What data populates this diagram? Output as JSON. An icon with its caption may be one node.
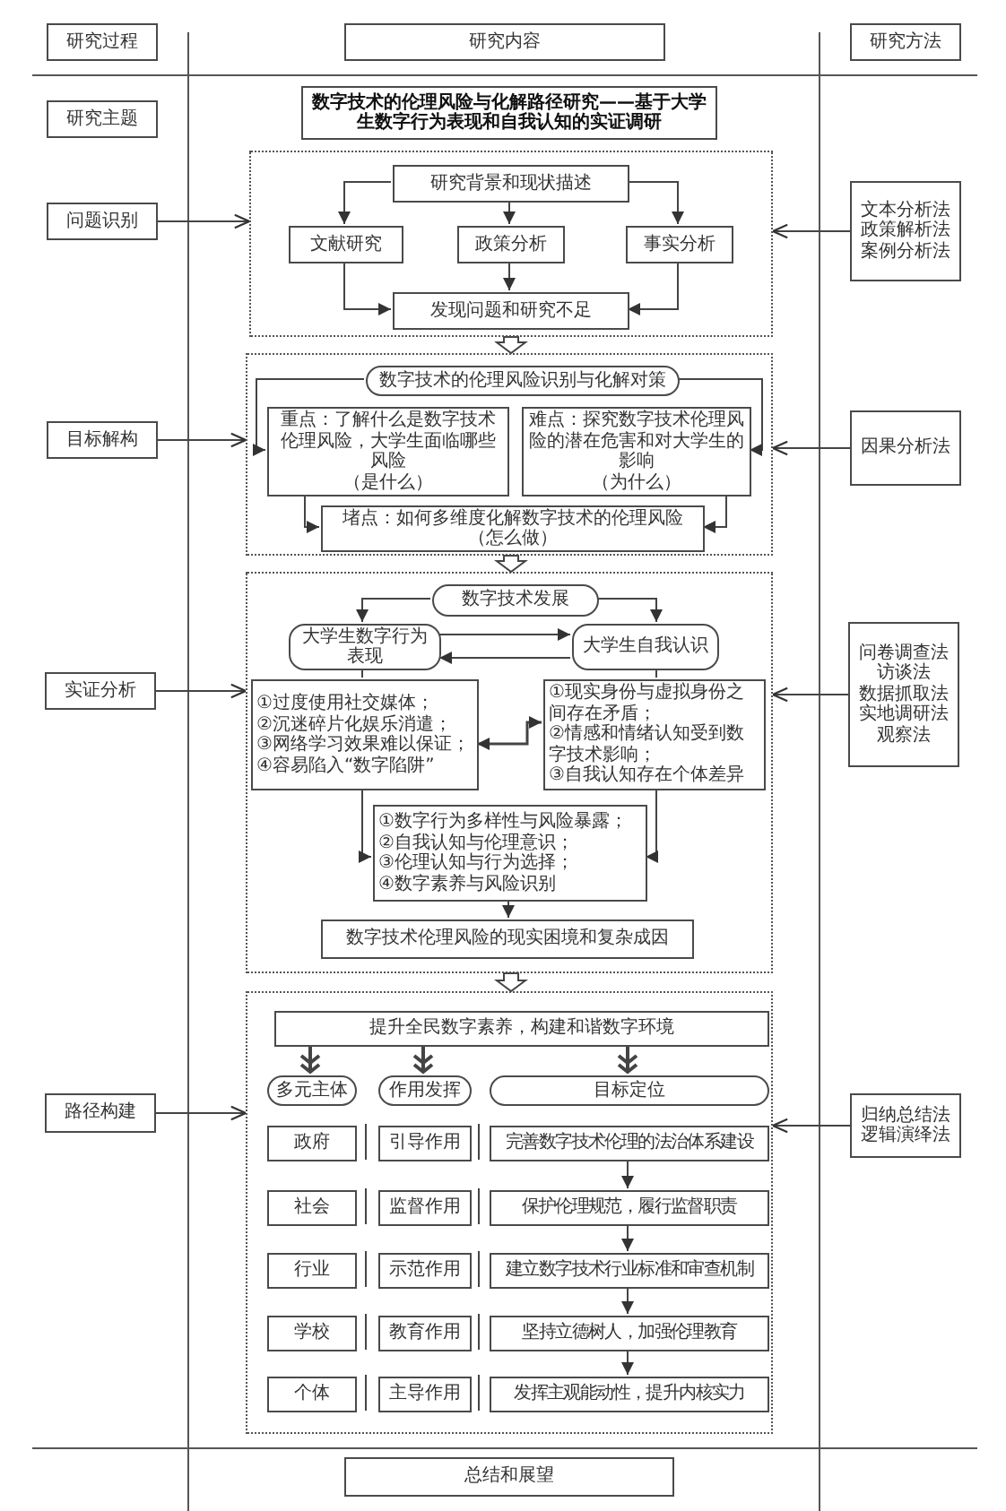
{
  "diagram": {
    "nodes": [
      {
        "text": [
          "研究过程"
        ]
      },
      {
        "text": [
          "研究内容"
        ]
      },
      {
        "text": [
          "研究方法"
        ]
      },
      {
        "text": [
          "研究主题"
        ]
      },
      {
        "text": [
          "数字技术的伦理风险与化解路径研究——基于大学生数字行为表现和自我认知的实证调研"
        ]
      },
      {
        "text": [
          "问题识别"
        ]
      },
      {
        "text": [],
        "shape": "box"
      },
      {
        "text": [
          "研究背景和现状描述"
        ],
        "in": 6
      },
      {
        "text": [
          "文献研究"
        ],
        "in": 6
      },
      {
        "text": [
          "政策分析"
        ],
        "in": 6
      },
      {
        "text": [
          "事实分析"
        ],
        "in": 6
      },
      {
        "text": [
          "发现问题和研究不足"
        ],
        "in": 6
      },
      {
        "text": [
          "文本分析法",
          "政策解析法",
          "案例分析法"
        ]
      },
      {
        "text": [
          "目标解构"
        ]
      },
      {
        "text": [],
        "shape": "box"
      },
      {
        "text": [
          "数字技术的伦理风险识别与化解对策"
        ],
        "in": 14
      },
      {
        "text": [
          "重点：了解什么是数字技术伦理风险，大学生面临哪些风险",
          "（是什么）"
        ],
        "in": 14
      },
      {
        "text": [
          "难点：探究数字技术伦理风险的潜在危害和对大学生的影响",
          "（为什么）"
        ],
        "in": 14
      },
      {
        "text": [
          "堵点：如何多维度化解数字技术的伦理风险",
          "（怎么做）"
        ],
        "in": 14
      },
      {
        "text": [
          "因果分析法"
        ]
      },
      {
        "text": [
          "实证分析"
        ]
      },
      {
        "text": [],
        "shape": "box"
      },
      {
        "text": [
          "数字技术发展"
        ],
        "in": 21
      },
      {
        "text": [
          "大学生数字行为表现"
        ],
        "in": 21
      },
      {
        "text": [
          "大学生自我认识"
        ],
        "in": 21
      },
      {
        "text": [
          "①过度使用社交媒体；",
          "②沉迷碎片化娱乐消遣；",
          "③网络学习效果难以保证；",
          "④容易陷入“数字陷阱”"
        ],
        "in": 21
      },
      {
        "text": [
          "①现实身份与虚拟身份之间存在矛盾；",
          "②情感和情绪认知受到数字技术影响；",
          "③自我认知存在个体差异"
        ],
        "in": 21
      },
      {
        "text": [
          "①数字行为多样性与风险暴露；",
          "②自我认知与伦理意识；",
          "③伦理认知与行为选择；",
          "④数字素养与风险识别"
        ],
        "in": 21
      },
      {
        "text": [
          "数字技术伦理风险的现实困境和复杂成因"
        ],
        "in": 21
      },
      {
        "text": [
          "问卷调查法",
          "访谈法",
          "数据抓取法",
          "实地调研法",
          "观察法"
        ]
      },
      {
        "text": [
          "路径构建"
        ]
      },
      {
        "text": [],
        "shape": "box"
      },
      {
        "text": [
          "提升全民数字素养，构建和谐数字环境"
        ],
        "in": 31
      },
      {
        "text": [
          "多元主体"
        ],
        "in": 31
      },
      {
        "text": [
          "作用发挥"
        ],
        "in": 31
      },
      {
        "text": [
          "目标定位"
        ],
        "in": 31
      },
      {
        "text": [
          "政府"
        ],
        "in": 31
      },
      {
        "text": [
          "引导作用"
        ],
        "in": 31
      },
      {
        "text": [
          "完善数字技术伦理的法治体系建设"
        ],
        "in": 31
      },
      {
        "text": [
          "社会"
        ],
        "in": 31
      },
      {
        "text": [
          "监督作用"
        ],
        "in": 31
      },
      {
        "text": [
          "保护伦理规范，履行监督职责"
        ],
        "in": 31
      },
      {
        "text": [
          "行业"
        ],
        "in": 31
      },
      {
        "text": [
          "示范作用"
        ],
        "in": 31
      },
      {
        "text": [
          "建立数字技术行业标准和审查机制"
        ],
        "in": 31
      },
      {
        "text": [
          "学校"
        ],
        "in": 31
      },
      {
        "text": [
          "教育作用"
        ],
        "in": 31
      },
      {
        "text": [
          "坚持立德树人，加强伦理教育"
        ],
        "in": 31
      },
      {
        "text": [
          "个体"
        ],
        "in": 31
      },
      {
        "text": [
          "主导作用"
        ],
        "in": 31
      },
      {
        "text": [
          "发挥主观能动性，提升内核实力"
        ],
        "in": 31
      },
      {
        "text": [
          "归纳总结法",
          "逻辑演绎法"
        ]
      },
      {
        "text": [
          "总结和展望"
        ]
      }
    ],
    "edges": [
      {
        "from": 7,
        "to": 8,
        "arrow": "to"
      },
      {
        "from": 7,
        "to": 9,
        "arrow": "to"
      },
      {
        "from": 7,
        "to": 10,
        "arrow": "to"
      },
      {
        "from": 8,
        "to": 11,
        "arrow": "to"
      },
      {
        "from": 9,
        "to": 11,
        "arrow": "to"
      },
      {
        "from": 10,
        "to": 11,
        "arrow": "to"
      },
      {
        "from": 5,
        "to": 6,
        "arrow": "to"
      },
      {
        "from": 12,
        "to": 6,
        "arrow": "to"
      },
      {
        "from": 6,
        "to": 14,
        "arrow": "to"
      },
      {
        "from": 15,
        "to": 16,
        "arrow": "to"
      },
      {
        "from": 15,
        "to": 17,
        "arrow": "to"
      },
      {
        "from": 16,
        "to": 18,
        "arrow": "to"
      },
      {
        "from": 17,
        "to": 18,
        "arrow": "to"
      },
      {
        "from": 13,
        "to": 14,
        "arrow": "to"
      },
      {
        "from": 19,
        "to": 14,
        "arrow": "to"
      },
      {
        "from": 14,
        "to": 21,
        "arrow": "to"
      },
      {
        "from": 22,
        "to": 23,
        "arrow": "to"
      },
      {
        "from": 22,
        "to": 24,
        "arrow": "to"
      },
      {
        "from": 23,
        "to": 24,
        "arrow": "to"
      },
      {
        "from": 24,
        "to": 23,
        "arrow": "to"
      },
      {
        "from": 25,
        "to": 26,
        "arrow": "both"
      },
      {
        "from": 23,
        "to": 25,
        "arrow": "none"
      },
      {
        "from": 24,
        "to": 26,
        "arrow": "none"
      },
      {
        "from": 25,
        "to": 27,
        "arrow": "to"
      },
      {
        "from": 26,
        "to": 27,
        "arrow": "to"
      },
      {
        "from": 27,
        "to": 28,
        "arrow": "to"
      },
      {
        "from": 20,
        "to": 21,
        "arrow": "to"
      },
      {
        "from": 29,
        "to": 21,
        "arrow": "to"
      },
      {
        "from": 21,
        "to": 31,
        "arrow": "to"
      },
      {
        "from": 32,
        "to": 33,
        "arrow": "to"
      },
      {
        "from": 32,
        "to": 34,
        "arrow": "to"
      },
      {
        "from": 32,
        "to": 35,
        "arrow": "to"
      },
      {
        "from": 36,
        "to": 37,
        "arrow": "none"
      },
      {
        "from": 37,
        "to": 38,
        "arrow": "none"
      },
      {
        "from": 39,
        "to": 40,
        "arrow": "none"
      },
      {
        "from": 40,
        "to": 41,
        "arrow": "none"
      },
      {
        "from": 42,
        "to": 43,
        "arrow": "none"
      },
      {
        "from": 43,
        "to": 44,
        "arrow": "none"
      },
      {
        "from": 45,
        "to": 46,
        "arrow": "none"
      },
      {
        "from": 46,
        "to": 47,
        "arrow": "none"
      },
      {
        "from": 48,
        "to": 49,
        "arrow": "none"
      },
      {
        "from": 49,
        "to": 50,
        "arrow": "none"
      },
      {
        "from": 38,
        "to": 41,
        "arrow": "to"
      },
      {
        "from": 41,
        "to": 44,
        "arrow": "to"
      },
      {
        "from": 44,
        "to": 47,
        "arrow": "to"
      },
      {
        "from": 47,
        "to": 50,
        "arrow": "to"
      },
      {
        "from": 30,
        "to": 31,
        "arrow": "to"
      },
      {
        "from": 51,
        "to": 31,
        "arrow": "to"
      }
    ]
  }
}
